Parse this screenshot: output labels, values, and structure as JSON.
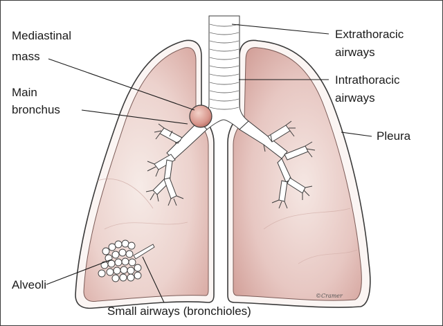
{
  "labels": {
    "mediastinal_mass_1": "Mediastinal",
    "mediastinal_mass_2": "mass",
    "main_bronchus_1": "Main",
    "main_bronchus_2": "bronchus",
    "alveoli": "Alveoli",
    "small_airways": "Small airways (bronchioles)",
    "extrathoracic_1": "Extrathoracic",
    "extrathoracic_2": "airways",
    "intrathoracic_1": "Intrathoracic",
    "intrathoracic_2": "airways",
    "pleura": "Pleura"
  },
  "artist_signature": "©Cramer",
  "colors": {
    "lung_fill": "#e8c8c4",
    "lung_fill_light": "#f4e6e1",
    "airway": "#ffffff",
    "outline": "#3a3a3a",
    "mass": "#d8968c"
  }
}
